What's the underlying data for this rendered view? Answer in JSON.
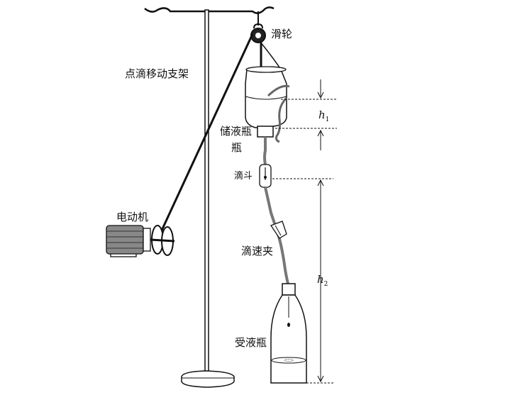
{
  "labels": {
    "pulley": "滑轮",
    "stand": "点滴移动支架",
    "reservoir_line1": "储液瓶",
    "reservoir_line2": "瓶",
    "drip_chamber": "滴斗",
    "motor": "电动机",
    "flow_clamp": "滴速夹",
    "receiver": "受液瓶",
    "h1_letter": "h",
    "h1_sub": "1",
    "h2_letter": "h",
    "h2_sub": "2"
  }
}
